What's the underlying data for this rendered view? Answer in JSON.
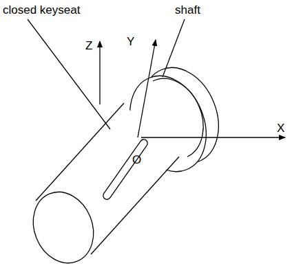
{
  "diagram": {
    "labels": [
      "closed keyseat",
      "shaft",
      "Z",
      "Y",
      "X",
      "O"
    ]
  }
}
